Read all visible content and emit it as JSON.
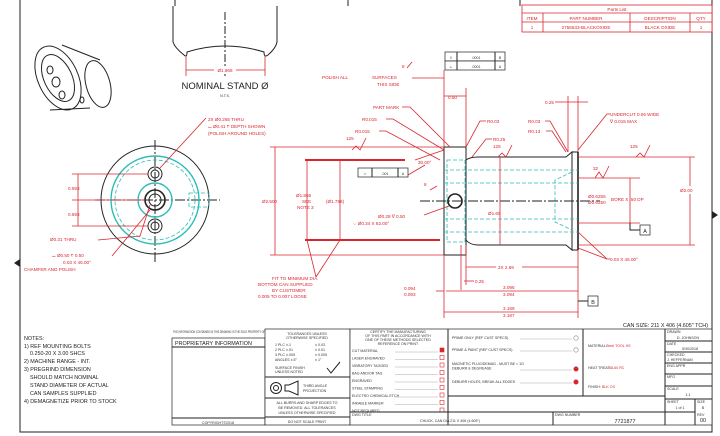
{
  "parts_list": {
    "title": "Parts List",
    "headers": [
      "ITEM",
      "PART NUMBER",
      "DESCRIPTION",
      "QTY"
    ],
    "rows": [
      [
        "1",
        "2756533-BLACKOXIDE",
        "BLACK OXIDE",
        "1"
      ]
    ]
  },
  "nominal_stand": {
    "title": "NOMINAL STAND Ø",
    "scale": "N.T.S.",
    "dim": "Ø1.866"
  },
  "front_view": {
    "holes_note": [
      "2X Ø0.265 THRU",
      "⌴ Ø0.41 ∇ DEPTH SHOWN",
      "(POLISH AROUND HOLES)"
    ],
    "dim_top": "0.593",
    "dim_bottom": "0.593",
    "center_hole": "Ø0.31 THRU",
    "cbore_note": [
      "⌴ Ø0.50 ∇ 0.50",
      "0.03 X 45.00°",
      "CHAMFER AND POLISH"
    ]
  },
  "side_view": {
    "polish_note": [
      "POLISH ALL",
      "SURFACES",
      "THIS SIDE"
    ],
    "polish_finish": "8",
    "part_mark": "PART MARK",
    "radii": [
      "R0.015",
      "R0.015",
      "R0.03",
      "R0.25",
      "R0.03",
      "R0.13"
    ],
    "dim_050": "0.50",
    "dim_025_top": "0.25",
    "undercut": [
      "UNDERCUT 0.06 WIDE",
      "∇ 0.015 MAX"
    ],
    "finish_125": "125",
    "finish_32": "32",
    "finish_8": "8",
    "dia_2500": "Ø2.500",
    "dia_1866": [
      "Ø1.866",
      "SEE",
      "NOTE 3"
    ],
    "dia_1758": "(Ø1.758)",
    "angle": "30.00°",
    "side_hole": [
      "Ø0.28 ∇ 0.50",
      "⌵ Ø0.34 X 82.00°"
    ],
    "dia_165": "Ø1.65",
    "dia_200": "Ø2.00",
    "bore": [
      "Ø0.6255",
      "Ø0.6250",
      "BORE X .50 DP"
    ],
    "chamfer": "0.03 X 45.00°",
    "dim_269": "2X 2.69",
    "dim_025_bottom": "0.25",
    "dim_3096": [
      "3.096",
      "3.094"
    ],
    "dim_3189": [
      "3.189",
      "3.187"
    ],
    "dim_0094": [
      "0.094",
      "0.093"
    ],
    "fit_note": [
      "FIT TO MINIMUM DIA.",
      "BOTTOM CAN SUPPLIED",
      "BY CUSTOMER",
      "0.005 TO 0.007 LOOSE"
    ],
    "can_size": "CAN SIZE: 211 X 406 (4.605\" TCH)"
  },
  "gdt": [
    {
      "symbol": "//",
      "tol": ".0001",
      "datum": "B"
    },
    {
      "symbol": "⊥",
      "tol": ".0001",
      "datum": "A"
    },
    {
      "symbol": "⌭",
      "tol": ".001",
      "datum": "A"
    }
  ],
  "datums": [
    "A",
    "B"
  ],
  "notes": {
    "title": "NOTES:",
    "lines": [
      "1) REF MOUNTING BOLTS",
      "   0.250-20 X 3.00 SHCS",
      "2) MACHINE RANGE - INT.",
      "3) PREGRIND DIMENSION",
      "   SHOULD MATCH NOMINAL",
      "   STAND DIAMETER OF ACTUAL",
      "   CAN SAMPLES SUPPLIED",
      "4) DEMAGNETIZE PRIOR TO STOCK"
    ]
  },
  "title_block": {
    "proprietary_header": "THE INFORMATION CONTAINED IN THIS DRAWING IS THE SOLE PROPERTY OF",
    "proprietary": "PROPRIETARY INFORMATION",
    "copyright": "COPYRIGHT©2018",
    "tolerances_title": [
      "TOLERANCES UNLESS",
      "OTHERWISE SPECIFIED"
    ],
    "tolerances": [
      "1 PLC ±.1",
      "2 PLC ±.01",
      "3 PLC ±.005",
      "ANGLES ±.5°",
      "± 0.03",
      "± 0.01",
      "± 0.005",
      "± 1°"
    ],
    "surface_finish": [
      "SURFACE FINISH",
      "UNLESS NOTED"
    ],
    "projection": [
      "THIRD ANGLE",
      "PROJECTION"
    ],
    "burrs": [
      "ALL BURRS AND SHARP EDGES TO",
      "BE REMOVED. ALL TOLERANCES",
      "UNLESS OTHERWISE SPECIFIED"
    ],
    "do_not_scale": "DO NOT SCALE PRINT",
    "cert_header": [
      "CERTIFY THE MANUFACTURING",
      "OF THIS PART IN ACCORDANCE WITH",
      "ONE OF THESE METHODS SELECTED",
      "REFERENCE ON PRINT"
    ],
    "cert_items": [
      {
        "label": "CUT MATERIAL",
        "checked": true
      },
      {
        "label": "LASER ENGRAVED",
        "checked": false
      },
      {
        "label": "VIBRATORY TAGGED",
        "checked": false
      },
      {
        "label": "BAG AND/OR TAG",
        "checked": false
      },
      {
        "label": "ENGRAVED",
        "checked": false
      },
      {
        "label": "STEEL STAMPING",
        "checked": false
      },
      {
        "label": "ELECTRO CHEMICAL ETCH",
        "checked": false
      },
      {
        "label": "INKABLE MARKER",
        "checked": false
      },
      {
        "label": "NOT REQUIRED",
        "checked": false
      }
    ],
    "process_items": [
      {
        "label": "PRIME ONLY  (REF CUST SPECS)",
        "checked": false
      },
      {
        "label": "PRIME & PAINT (REF CUST SPECS)",
        "checked": false
      },
      {
        "label": "MAGNETIC PLUG/DEMAG - MUST BE < 1G",
        "label2": "DEBURR & DEGREASE",
        "checked": true
      },
      {
        "label": "DEBURR HOLES, BREAK ALL EDGES",
        "checked": true
      }
    ],
    "material_label": "MATERIAL:",
    "material": "Steel TOOL HS",
    "heat_treat_label": "HEAT TREAT:",
    "heat_treat": "58-60 RC",
    "finish_label": "FINISH:",
    "finish": "BLK OX",
    "drawn_label": "DRAWN",
    "drawn": "D. JOHNSON",
    "date_label": "DATE",
    "date": "5/30/2018",
    "checked_label": "CHECKED",
    "checked": "J. HEFFERNAN",
    "eng_label": "ENG APPR",
    "mfg_label": "MFG",
    "scale_label": "SCALE",
    "scale": "1:1",
    "sheet_label": "SHEET",
    "sheet": "1 of 1",
    "size_label": "SIZE",
    "size": "B",
    "rev_label": "REV",
    "rev": "00",
    "dwg_title_label": "DWG TITLE",
    "dwg_title": "CHUCK, CAN DIA 211 X 406 (4.605\")",
    "dwg_number_label": "DWG NUMBER",
    "dwg_number": "7721877"
  },
  "colors": {
    "dimension": "#d8262e",
    "hidden": "#2bbdb8",
    "outline": "#222222"
  }
}
